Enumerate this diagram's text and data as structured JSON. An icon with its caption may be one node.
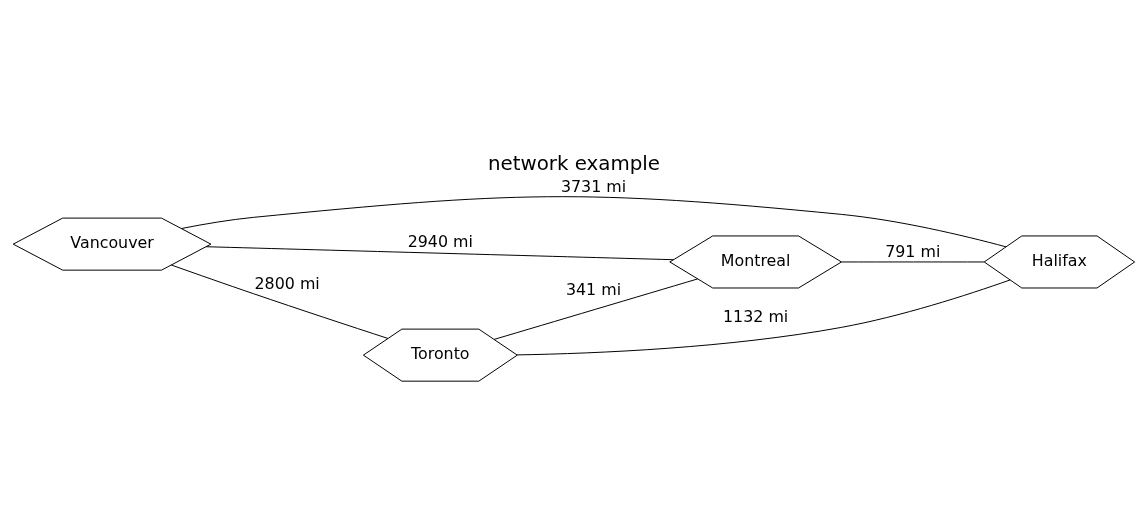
{
  "diagram": {
    "title": "network example",
    "nodes": [
      {
        "text": [
          "Vancouver"
        ]
      },
      {
        "text": [
          "Montreal"
        ]
      },
      {
        "text": [
          "Halifax"
        ]
      },
      {
        "text": [
          "Toronto"
        ]
      }
    ],
    "edges": [
      {
        "from": 0,
        "to": 2,
        "arrow": "none",
        "label": "3731 mi"
      },
      {
        "from": 0,
        "to": 1,
        "arrow": "none",
        "label": "2940 mi"
      },
      {
        "from": 0,
        "to": 3,
        "arrow": "none",
        "label": "2800 mi"
      },
      {
        "from": 3,
        "to": 1,
        "arrow": "none",
        "label": "341 mi"
      },
      {
        "from": 1,
        "to": 2,
        "arrow": "none",
        "label": "791 mi"
      },
      {
        "from": 3,
        "to": 2,
        "arrow": "none",
        "label": "1132 mi"
      }
    ]
  }
}
